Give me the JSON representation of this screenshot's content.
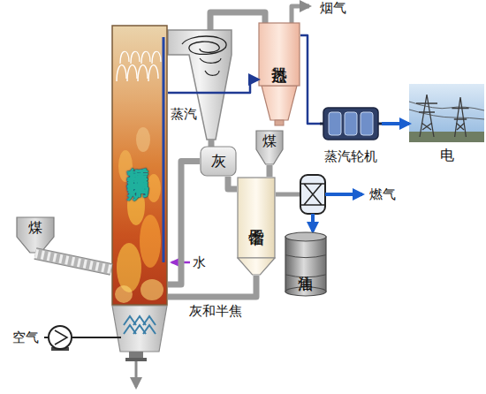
{
  "diagram": {
    "nodes": [
      {
        "text": [
          "循环流化床锅炉"
        ]
      },
      {
        "text": [
          "煤"
        ]
      },
      {
        "text": [
          "灰"
        ]
      },
      {
        "text": [
          "过热器"
        ]
      },
      {
        "text": [
          "煤"
        ]
      },
      {
        "text": [
          "干馏器"
        ]
      },
      {
        "text": [
          "蒸汽轮机"
        ]
      },
      {
        "text": [
          "焦油"
        ]
      },
      {
        "text": [
          "电"
        ]
      }
    ],
    "edges": [
      {
        "from": 1,
        "to": 0,
        "arrow": "none"
      },
      {
        "from": 0,
        "to": 3,
        "label": "蒸汽",
        "arrow": "to"
      },
      {
        "from": 3,
        "to": 6,
        "arrow": "none"
      },
      {
        "from": 6,
        "to": 8,
        "arrow": "to"
      },
      {
        "from": 2,
        "to": 0,
        "arrow": "none"
      },
      {
        "from": 2,
        "to": 5,
        "arrow": "none"
      },
      {
        "from": 4,
        "to": 5,
        "arrow": "none"
      },
      {
        "from": 5,
        "to": 0,
        "label": "灰和半焦",
        "arrow": "none"
      }
    ],
    "labels": [
      "烟气",
      "水",
      "燃气",
      "空气"
    ]
  }
}
